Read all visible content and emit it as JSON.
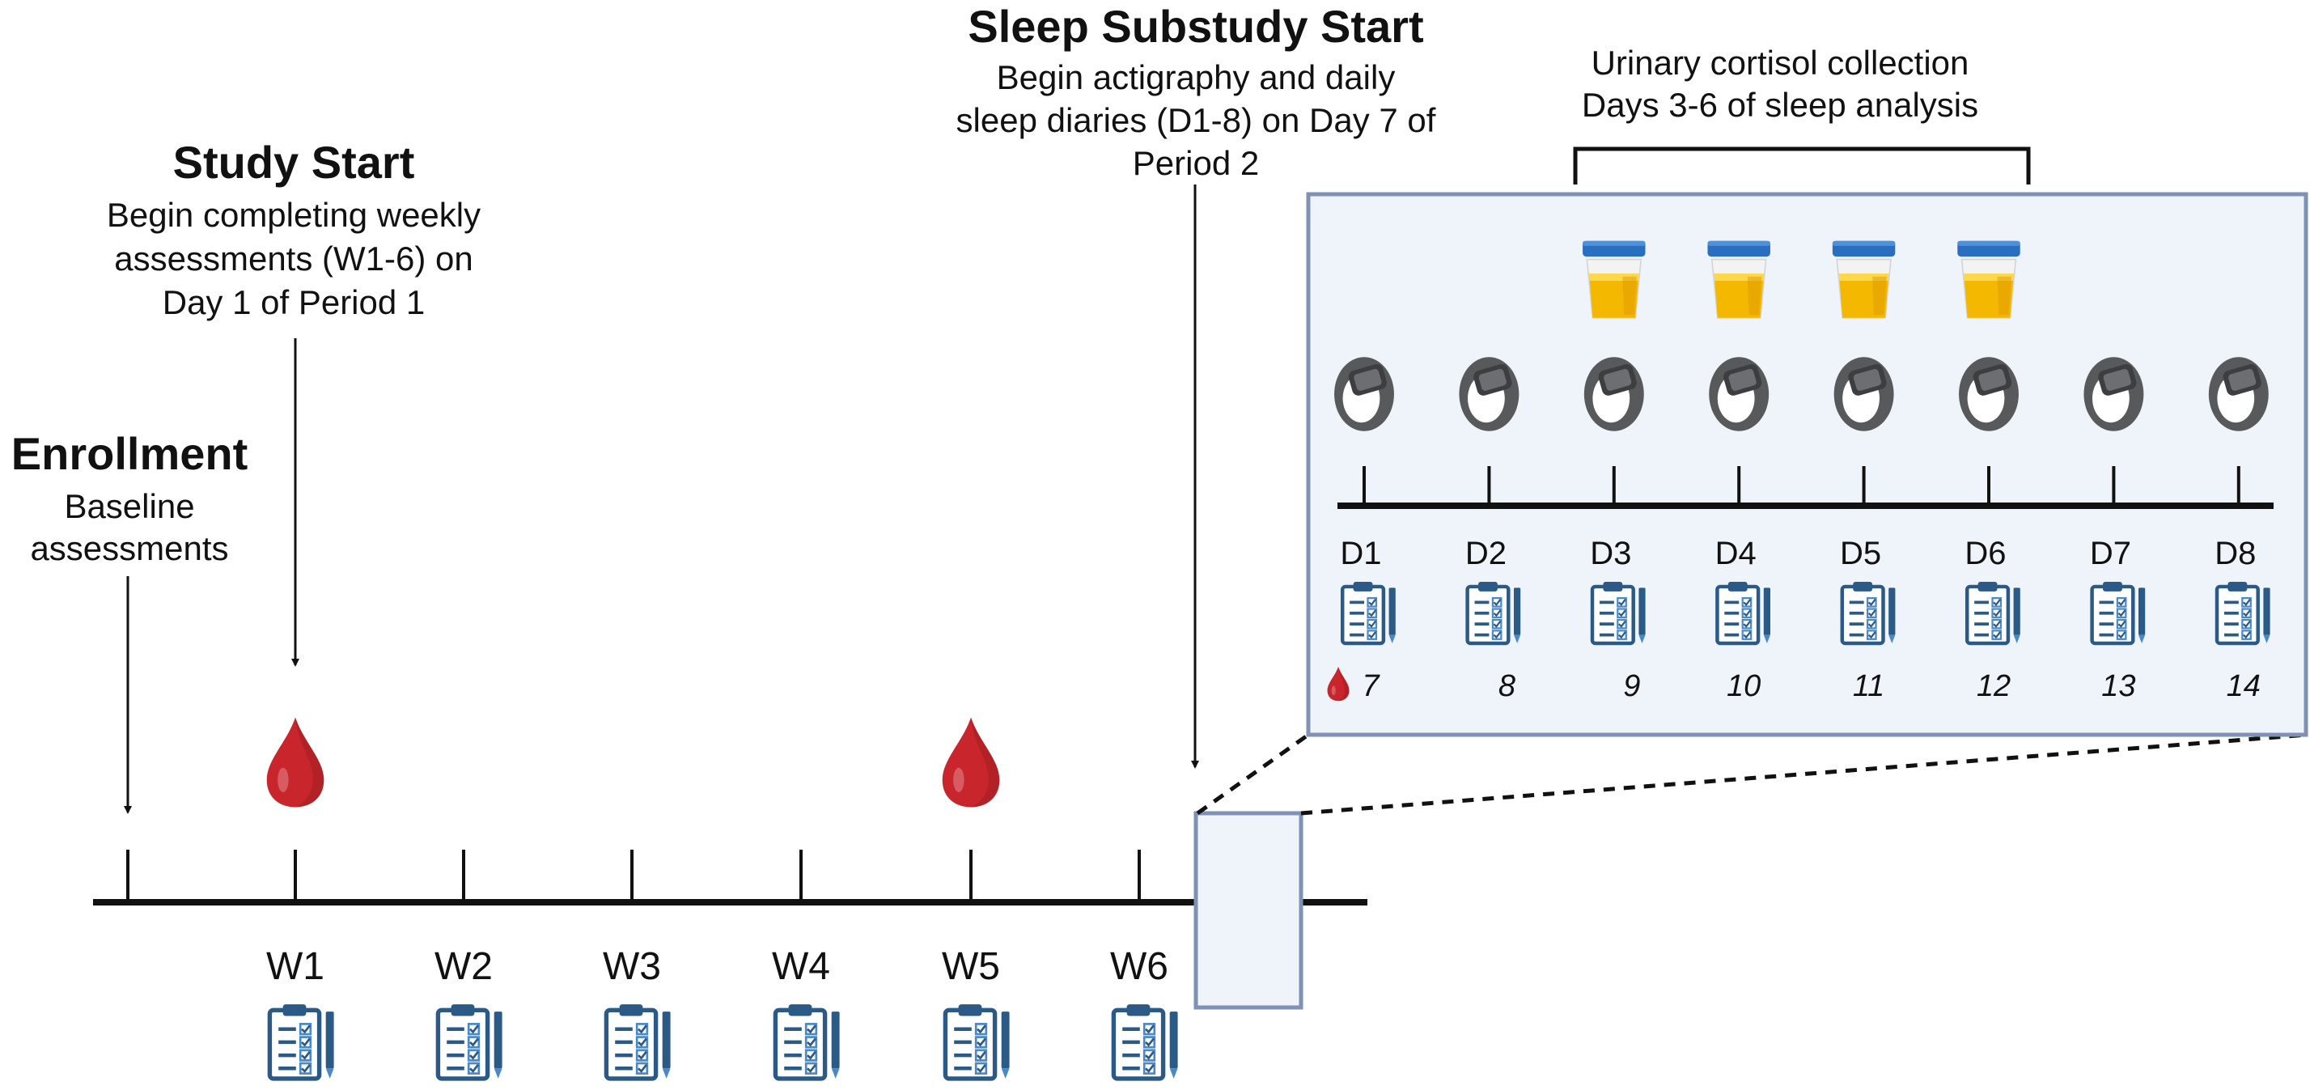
{
  "enrollment": {
    "title": "Enrollment",
    "lines": [
      "Baseline",
      "assessments"
    ]
  },
  "study_start": {
    "title": "Study Start",
    "lines": [
      "Begin completing weekly",
      "assessments (W1-6) on",
      "Day 1 of Period 1"
    ]
  },
  "sleep_substudy": {
    "title": "Sleep Substudy Start",
    "lines": [
      "Begin actigraphy and daily",
      "sleep diaries (D1-8) on Day 7 of",
      "Period 2"
    ]
  },
  "cortisol": {
    "lines": [
      "Urinary cortisol collection",
      "Days 3-6 of sleep analysis"
    ],
    "collection_days": [
      "D3",
      "D4",
      "D5",
      "D6"
    ]
  },
  "weeks": [
    "W1",
    "W2",
    "W3",
    "W4",
    "W5",
    "W6"
  ],
  "blood_draw_weeks": [
    "W1",
    "W5"
  ],
  "days": [
    {
      "label": "D1",
      "number": "7"
    },
    {
      "label": "D2",
      "number": "8"
    },
    {
      "label": "D3",
      "number": "9"
    },
    {
      "label": "D4",
      "number": "10"
    },
    {
      "label": "D5",
      "number": "11"
    },
    {
      "label": "D6",
      "number": "12"
    },
    {
      "label": "D7",
      "number": "13"
    },
    {
      "label": "D8",
      "number": "14"
    }
  ],
  "icons": {
    "blood_draw": "blood-drop-icon",
    "assessment": "clipboard-checklist-icon",
    "actigraphy": "wrist-watch-icon",
    "urine_sample": "specimen-cup-icon"
  },
  "colors": {
    "line": "#111111",
    "blood": "#c8262c",
    "clipboard": "#2b5a86",
    "watch": "#58595b",
    "cup_cap": "#2a6fbf",
    "cup_liquid": "#f5b800",
    "panel_fill": "#eff4fa",
    "panel_border": "#7f92b5"
  }
}
